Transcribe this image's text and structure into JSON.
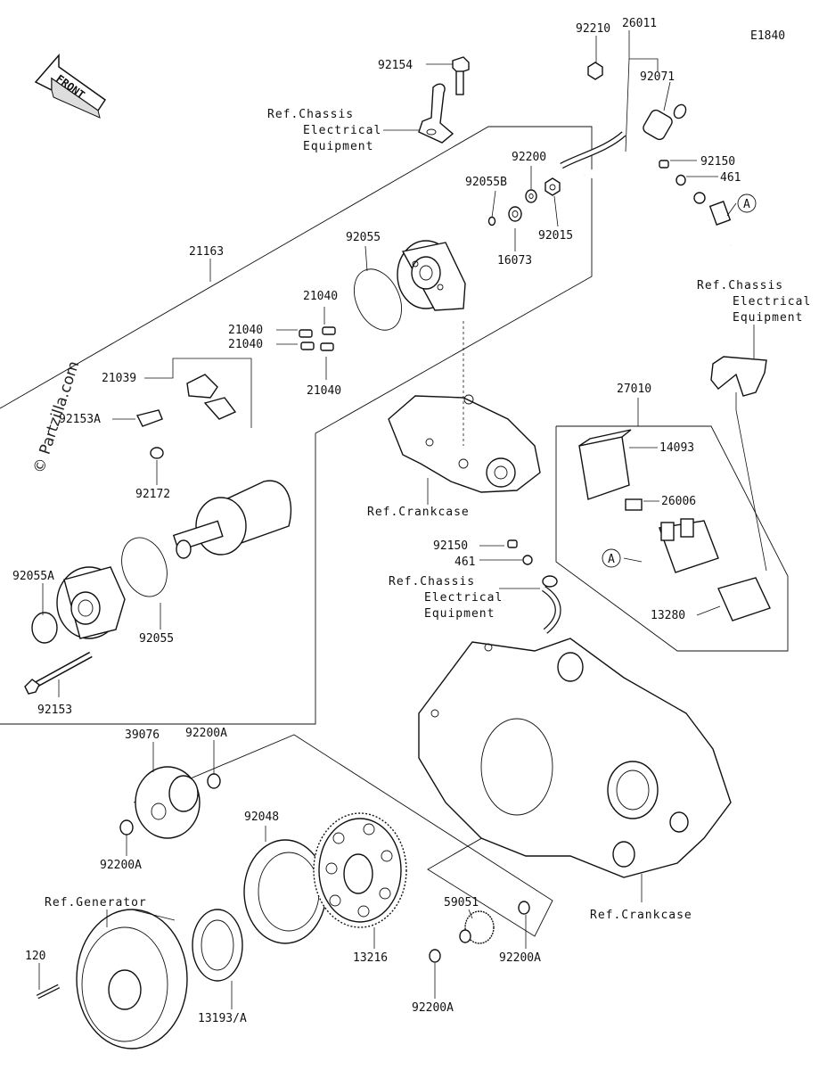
{
  "diagram_code": "E1840",
  "front_label": "FRONT",
  "copyright": "© Partzilla.com",
  "parts": {
    "p92154": "92154",
    "p92210": "92210",
    "p26011": "26011",
    "p92071": "92071",
    "p92200": "92200",
    "p92055B": "92055B",
    "p16073": "16073",
    "p92015": "92015",
    "p92150a": "92150",
    "p461a": "461",
    "p21163": "21163",
    "p92055": "92055",
    "p21040a": "21040",
    "p21040b": "21040",
    "p21040c": "21040",
    "p21040d": "21040",
    "p21039": "21039",
    "p92153A": "92153A",
    "p92172": "92172",
    "p27010": "27010",
    "p14093": "14093",
    "p26006": "26006",
    "p92150b": "92150",
    "p461b": "461",
    "p13280": "13280",
    "p92055A": "92055A",
    "p92055c": "92055",
    "p92153": "92153",
    "p39076": "39076",
    "p92200A_a": "92200A",
    "p92200A_b": "92200A",
    "p92048": "92048",
    "p13216": "13216",
    "p59051": "59051",
    "p92200A_c": "92200A",
    "p92200A_d": "92200A",
    "p120": "120",
    "p13193": "13193/A",
    "callout_a1": "A",
    "callout_a2": "A"
  },
  "refs": {
    "chassis1": [
      "Ref.Chassis",
      "Electrical",
      "Equipment"
    ],
    "chassis2": [
      "Ref.Chassis",
      "Electrical",
      "Equipment"
    ],
    "chassis3": [
      "Ref.Chassis",
      "Electrical",
      "Equipment"
    ],
    "crankcase1": "Ref.Crankcase",
    "crankcase2": "Ref.Crankcase",
    "generator": "Ref.Generator"
  }
}
